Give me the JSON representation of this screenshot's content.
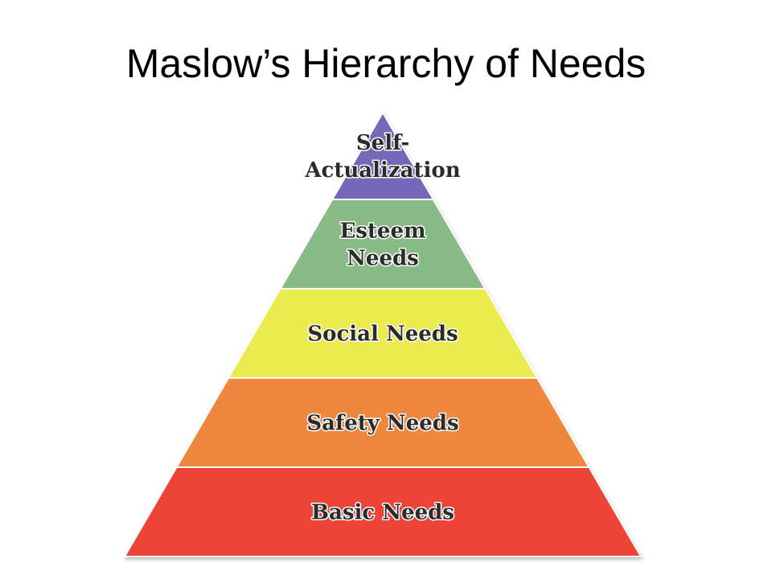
{
  "slide": {
    "title": "Maslow’s Hierarchy of Needs"
  },
  "pyramid": {
    "tiers": [
      {
        "label_lines": [
          "Self-",
          "Actualization"
        ],
        "color": "#7467b8"
      },
      {
        "label_lines": [
          "Esteem",
          "Needs"
        ],
        "color": "#89bb86"
      },
      {
        "label_lines": [
          "Social Needs"
        ],
        "color": "#ebeb4f"
      },
      {
        "label_lines": [
          "Safety Needs"
        ],
        "color": "#ef883d"
      },
      {
        "label_lines": [
          "Basic Needs"
        ],
        "color": "#ec4539"
      }
    ]
  },
  "colors": {
    "background": "#ffffff",
    "title_text": "#000000",
    "tier_text": "#2b2b2b"
  }
}
